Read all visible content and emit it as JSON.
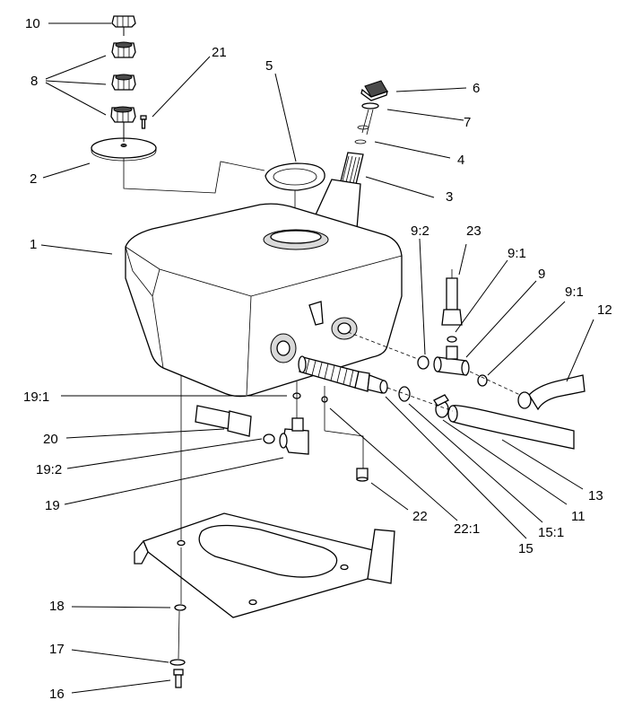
{
  "diagram": {
    "type": "exploded-parts-diagram",
    "callouts": [
      {
        "id": "c10",
        "label": "10"
      },
      {
        "id": "c8",
        "label": "8"
      },
      {
        "id": "c21",
        "label": "21"
      },
      {
        "id": "c2",
        "label": "2"
      },
      {
        "id": "c5",
        "label": "5"
      },
      {
        "id": "c6",
        "label": "6"
      },
      {
        "id": "c7",
        "label": "7"
      },
      {
        "id": "c4",
        "label": "4"
      },
      {
        "id": "c3",
        "label": "3"
      },
      {
        "id": "c1",
        "label": "1"
      },
      {
        "id": "c9_2",
        "label": "9:2"
      },
      {
        "id": "c23",
        "label": "23"
      },
      {
        "id": "c9_1a",
        "label": "9:1"
      },
      {
        "id": "c9",
        "label": "9"
      },
      {
        "id": "c9_1b",
        "label": "9:1"
      },
      {
        "id": "c12",
        "label": "12"
      },
      {
        "id": "c19_1",
        "label": "19:1"
      },
      {
        "id": "c20",
        "label": "20"
      },
      {
        "id": "c19_2",
        "label": "19:2"
      },
      {
        "id": "c19",
        "label": "19"
      },
      {
        "id": "c22",
        "label": "22"
      },
      {
        "id": "c22_1",
        "label": "22:1"
      },
      {
        "id": "c15",
        "label": "15"
      },
      {
        "id": "c15_1",
        "label": "15:1"
      },
      {
        "id": "c11",
        "label": "11"
      },
      {
        "id": "c13",
        "label": "13"
      },
      {
        "id": "c18",
        "label": "18"
      },
      {
        "id": "c17",
        "label": "17"
      },
      {
        "id": "c16",
        "label": "16"
      }
    ]
  }
}
